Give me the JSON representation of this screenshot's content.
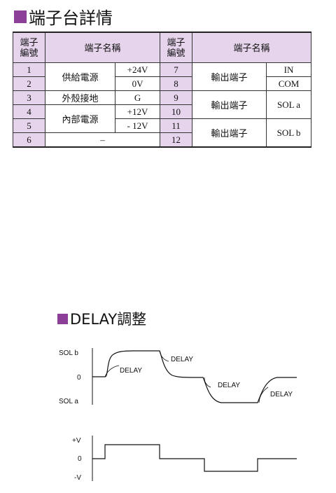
{
  "section1": {
    "title": "端子台詳情"
  },
  "table": {
    "headers": {
      "no": "端子\n編號",
      "name": "端子名稱"
    },
    "left": [
      {
        "no": "1",
        "group": "供給電源",
        "value": "+24V"
      },
      {
        "no": "2",
        "value": "0V"
      },
      {
        "no": "3",
        "group": "外殼接地",
        "value": "G"
      },
      {
        "no": "4",
        "group": "內部電源",
        "value": "+12V"
      },
      {
        "no": "5",
        "value": "- 12V"
      },
      {
        "no": "6",
        "dash": "–"
      }
    ],
    "right": [
      {
        "no": "7",
        "group": "輸出端子",
        "value": "IN"
      },
      {
        "no": "8",
        "value": "COM"
      },
      {
        "no": "9",
        "group": "輸出端子",
        "value": "SOL a"
      },
      {
        "no": "10"
      },
      {
        "no": "11",
        "group": "輸出端子",
        "value": "SOL b"
      },
      {
        "no": "12"
      }
    ]
  },
  "section2": {
    "title": "DELAY調整"
  },
  "diagram": {
    "upper_axis": {
      "top": "SOL b",
      "middle": "0",
      "bottom": "SOL a"
    },
    "lower_axis": {
      "top": "+V",
      "middle": "0",
      "bottom": "-V"
    },
    "delay_labels": [
      "DELAY",
      "DELAY",
      "DELAY",
      "DELAY"
    ]
  },
  "colors": {
    "accent": "#8b3f96",
    "header_bg": "#e6d4ec",
    "line": "#111111"
  }
}
